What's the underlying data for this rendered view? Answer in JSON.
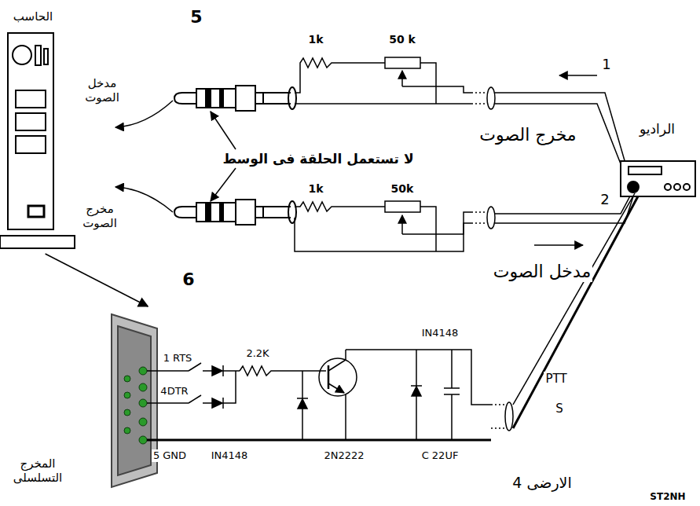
{
  "diagram": {
    "nodes": [
      {
        "text": [
          "الحاسب"
        ]
      },
      {
        "text": [
          "الراديو"
        ]
      },
      {
        "text": [
          "المخرج التسلسلى"
        ]
      }
    ],
    "edges": [
      {
        "from": 0,
        "to": 2,
        "arrow": "to"
      }
    ],
    "labels": [
      "5",
      "مدخل الصوت",
      "لا تستعمل الحلقة فى الوسط",
      "1k",
      "50 k",
      "1",
      "مخرج الصوت",
      "مخرج الصوت",
      "1k",
      "50k",
      "2",
      "مدخل الصوت",
      "6",
      "1 RTS",
      "4DTR",
      "5 GND",
      "2.2K",
      "IN4148",
      "2N2222",
      "IN4148",
      "C 22UF",
      "PTT",
      "S",
      "4 الارضى",
      "ST2NH"
    ]
  }
}
